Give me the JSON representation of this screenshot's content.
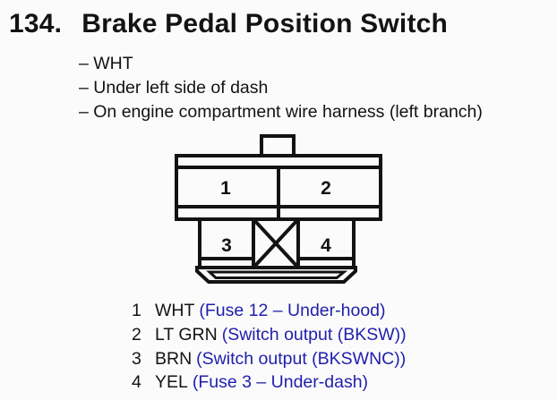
{
  "title": {
    "number": "134.",
    "text": "Brake Pedal Position Switch"
  },
  "notes": [
    "– WHT",
    "– Under left side of dash",
    "– On engine compartment wire harness (left branch)"
  ],
  "connector": {
    "cavities": {
      "top_left": "1",
      "top_right": "2",
      "bottom_left": "3",
      "bottom_right": "4"
    }
  },
  "pin_list": [
    {
      "pin": "1",
      "wire": "WHT",
      "desc": "(Fuse 12 – Under-hood)"
    },
    {
      "pin": "2",
      "wire": "LT GRN",
      "desc": "(Switch output (BKSW))"
    },
    {
      "pin": "3",
      "wire": "BRN",
      "desc": "(Switch output (BKSWNC))"
    },
    {
      "pin": "4",
      "wire": "YEL",
      "desc": "(Fuse 3 – Under-dash)"
    }
  ],
  "colors": {
    "ink": "#131313",
    "link_blue": "#1f1fad",
    "background": "#fbfbfb"
  }
}
